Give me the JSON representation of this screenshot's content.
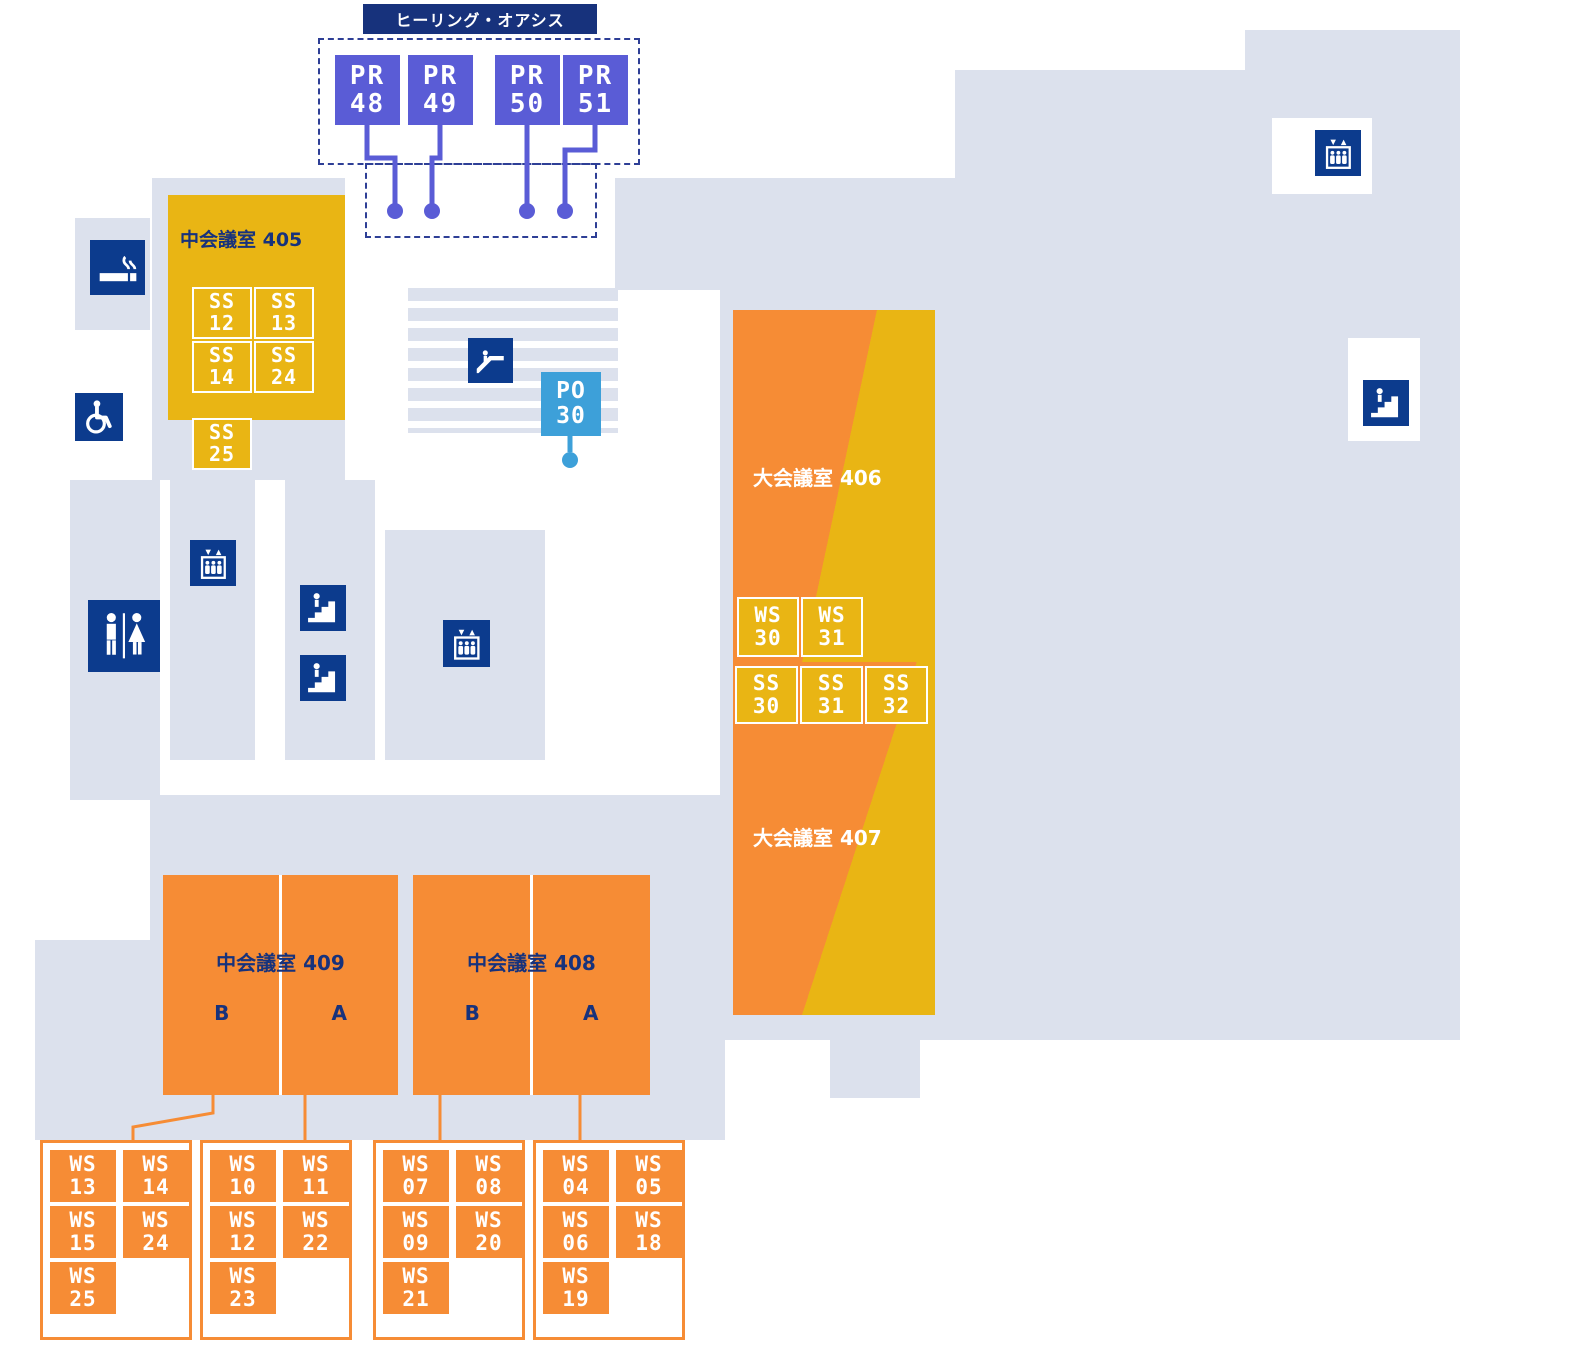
{
  "colors": {
    "navy": "#17327c",
    "icon_navy": "#0c3b8d",
    "purple": "#5a5cd6",
    "gold": "#e9b514",
    "orange": "#f68c35",
    "blue": "#3da0d9",
    "floor": "#dce1ed"
  },
  "healing_oasis": {
    "label": "ヒーリング・オアシス",
    "badges": [
      {
        "top": "PR",
        "num": "48"
      },
      {
        "top": "PR",
        "num": "49"
      },
      {
        "top": "PR",
        "num": "50"
      },
      {
        "top": "PR",
        "num": "51"
      }
    ]
  },
  "room405": {
    "label": "中会議室 405",
    "badges": [
      {
        "top": "SS",
        "num": "12"
      },
      {
        "top": "SS",
        "num": "13"
      },
      {
        "top": "SS",
        "num": "14"
      },
      {
        "top": "SS",
        "num": "24"
      },
      {
        "top": "SS",
        "num": "25"
      }
    ]
  },
  "po_badge": {
    "top": "PO",
    "num": "30"
  },
  "hall406": {
    "label": "大会議室 406",
    "ws_badges": [
      {
        "top": "WS",
        "num": "30"
      },
      {
        "top": "WS",
        "num": "31"
      }
    ],
    "ss_badges": [
      {
        "top": "SS",
        "num": "30"
      },
      {
        "top": "SS",
        "num": "31"
      },
      {
        "top": "SS",
        "num": "32"
      }
    ]
  },
  "hall407": {
    "label": "大会議室 407"
  },
  "room409": {
    "label": "中会議室 409",
    "left": "B",
    "right": "A"
  },
  "room408": {
    "label": "中会議室 408",
    "left": "B",
    "right": "A"
  },
  "ws_groups": [
    {
      "badges": [
        {
          "top": "WS",
          "num": "13"
        },
        {
          "top": "WS",
          "num": "14"
        },
        {
          "top": "WS",
          "num": "15"
        },
        {
          "top": "WS",
          "num": "24"
        },
        {
          "top": "WS",
          "num": "25"
        }
      ]
    },
    {
      "badges": [
        {
          "top": "WS",
          "num": "10"
        },
        {
          "top": "WS",
          "num": "11"
        },
        {
          "top": "WS",
          "num": "12"
        },
        {
          "top": "WS",
          "num": "22"
        },
        {
          "top": "WS",
          "num": "23"
        }
      ]
    },
    {
      "badges": [
        {
          "top": "WS",
          "num": "07"
        },
        {
          "top": "WS",
          "num": "08"
        },
        {
          "top": "WS",
          "num": "09"
        },
        {
          "top": "WS",
          "num": "20"
        },
        {
          "top": "WS",
          "num": "21"
        }
      ]
    },
    {
      "badges": [
        {
          "top": "WS",
          "num": "04"
        },
        {
          "top": "WS",
          "num": "05"
        },
        {
          "top": "WS",
          "num": "06"
        },
        {
          "top": "WS",
          "num": "18"
        },
        {
          "top": "WS",
          "num": "19"
        }
      ]
    }
  ],
  "icons": [
    {
      "name": "smoking-icon",
      "glyph": "smoking"
    },
    {
      "name": "wheelchair-icon",
      "glyph": "wheelchair"
    },
    {
      "name": "escalator-icon",
      "glyph": "escalator"
    },
    {
      "name": "elevator-icon",
      "glyph": "elevator"
    },
    {
      "name": "stairs-icon",
      "glyph": "stairs"
    },
    {
      "name": "stairs-icon",
      "glyph": "stairs"
    },
    {
      "name": "elevator-icon",
      "glyph": "elevator"
    },
    {
      "name": "restroom-icon",
      "glyph": "restroom"
    },
    {
      "name": "elevator-icon",
      "glyph": "elevator"
    },
    {
      "name": "stairs-icon",
      "glyph": "stairs"
    }
  ]
}
